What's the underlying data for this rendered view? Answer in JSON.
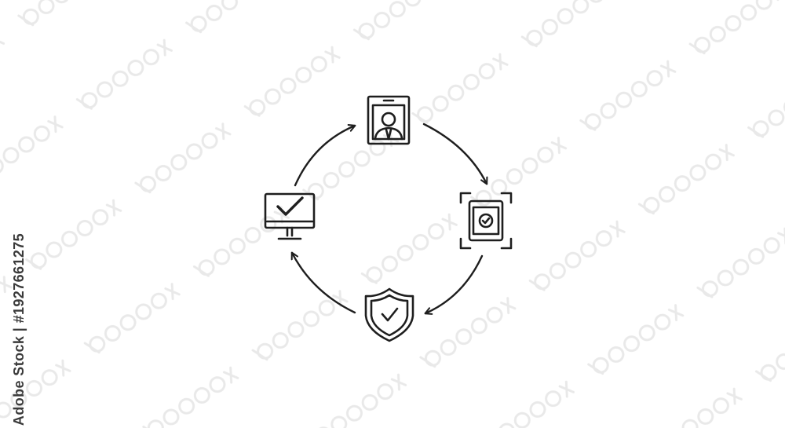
{
  "image": {
    "stock_id_text": "Adobe Stock | #1927661275",
    "background_color": "#ffffff",
    "stroke_color": "#1e1e1e",
    "watermark_color": "#e9e9e9"
  },
  "diagram": {
    "layout": "circular-cycle",
    "direction": "clockwise",
    "nodes": [
      {
        "icon": "id-card-portrait-icon"
      },
      {
        "icon": "face-scan-phone-check-icon"
      },
      {
        "icon": "shield-check-icon"
      },
      {
        "icon": "monitor-check-icon"
      }
    ],
    "arrows": [
      {
        "from": "id-card-portrait-icon",
        "to": "face-scan-phone-check-icon"
      },
      {
        "from": "face-scan-phone-check-icon",
        "to": "shield-check-icon"
      },
      {
        "from": "shield-check-icon",
        "to": "monitor-check-icon"
      },
      {
        "from": "monitor-check-icon",
        "to": "id-card-portrait-icon"
      }
    ]
  }
}
